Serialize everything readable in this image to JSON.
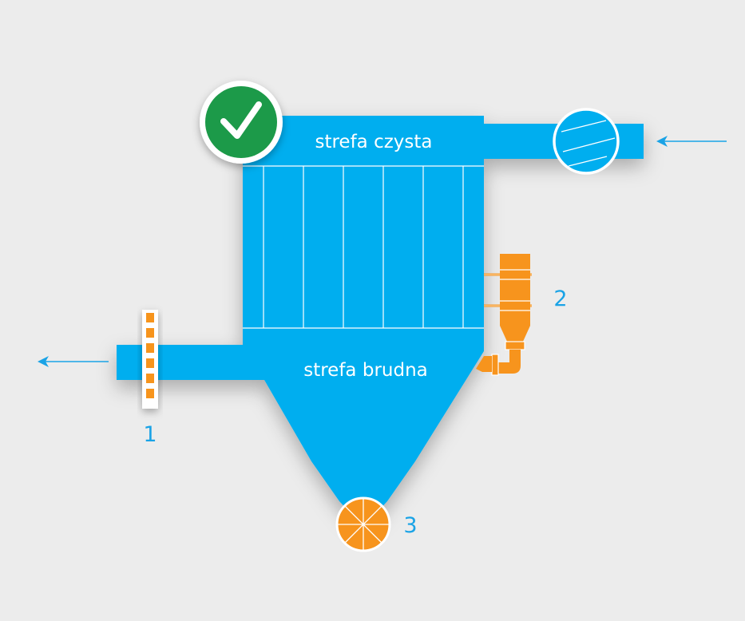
{
  "zones": {
    "clean_label": "strefa czysta",
    "dirty_label": "strefa brudna"
  },
  "markers": {
    "item_1": "1",
    "item_2": "2",
    "item_3": "3"
  },
  "filter": {
    "cartridge_count": 6
  },
  "status": {
    "icon": "check-icon",
    "color": "#1f9a4a"
  },
  "colors": {
    "body": "#00aeef",
    "accent": "#f7941d",
    "arrow": "#1aa3e6",
    "background": "#ececec"
  }
}
